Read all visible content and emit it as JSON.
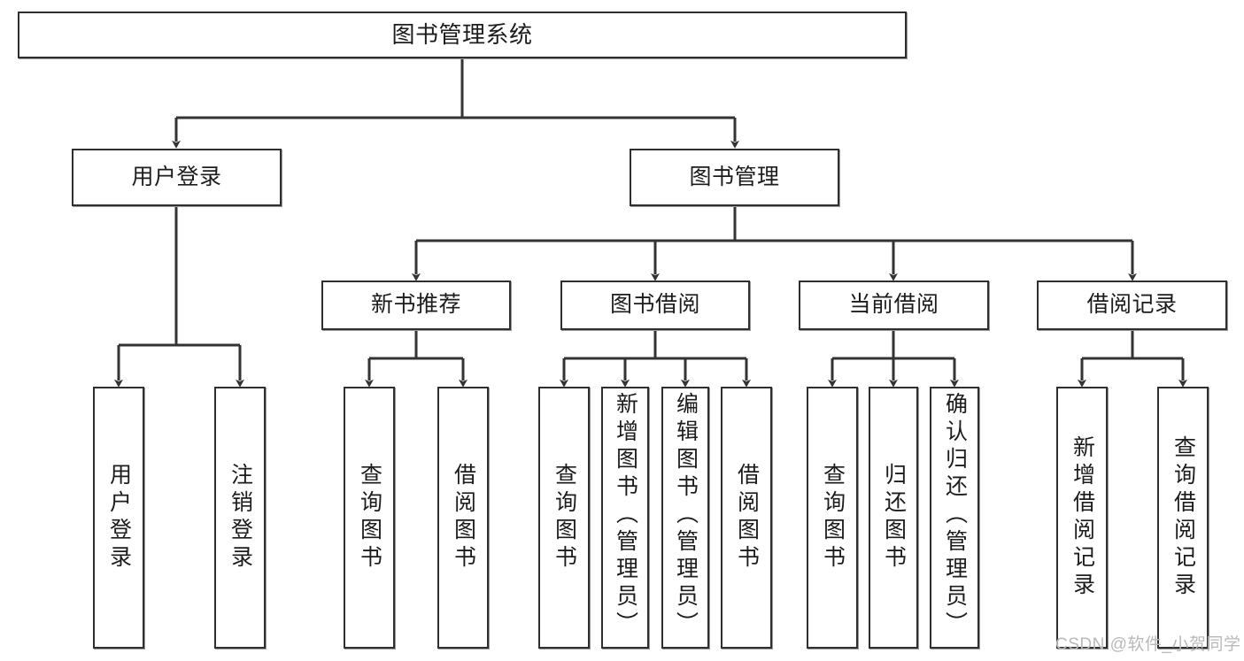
{
  "diagram": {
    "title": "图书管理系统",
    "type": "hierarchy-tree",
    "root": {
      "label": "图书管理系统"
    },
    "level2": [
      {
        "id": "user-login",
        "label": "用户登录"
      },
      {
        "id": "book-management",
        "label": "图书管理"
      }
    ],
    "level3": [
      {
        "id": "new-book-recommend",
        "label": "新书推荐",
        "parent": "book-management"
      },
      {
        "id": "book-borrow",
        "label": "图书借阅",
        "parent": "book-management"
      },
      {
        "id": "current-borrow",
        "label": "当前借阅",
        "parent": "book-management"
      },
      {
        "id": "borrow-record",
        "label": "借阅记录",
        "parent": "book-management"
      }
    ],
    "leaves": [
      {
        "id": "leaf-user-login",
        "label": "用户登录",
        "parent": "user-login"
      },
      {
        "id": "leaf-logout-login",
        "label": "注销登录",
        "parent": "user-login"
      },
      {
        "id": "leaf-query-book-1",
        "label": "查询图书",
        "parent": "new-book-recommend"
      },
      {
        "id": "leaf-borrow-book-1",
        "label": "借阅图书",
        "parent": "new-book-recommend"
      },
      {
        "id": "leaf-query-book-2",
        "label": "查询图书",
        "parent": "book-borrow"
      },
      {
        "id": "leaf-add-book",
        "label": "新增图书（管理员）",
        "parent": "book-borrow"
      },
      {
        "id": "leaf-edit-book",
        "label": "编辑图书（管理员）",
        "parent": "book-borrow"
      },
      {
        "id": "leaf-borrow-book-2",
        "label": "借阅图书",
        "parent": "book-borrow"
      },
      {
        "id": "leaf-query-book-3",
        "label": "查询图书",
        "parent": "current-borrow"
      },
      {
        "id": "leaf-return-book",
        "label": "归还图书",
        "parent": "current-borrow"
      },
      {
        "id": "leaf-confirm-return",
        "label": "确认归还（管理员）",
        "parent": "current-borrow"
      },
      {
        "id": "leaf-add-record",
        "label": "新增借阅记录",
        "parent": "borrow-record"
      },
      {
        "id": "leaf-query-record",
        "label": "查询借阅记录",
        "parent": "borrow-record"
      }
    ],
    "watermark": "CSDN @软件_小贺同学",
    "colors": {
      "box_border": "#2f2f2f",
      "box_fill": "#ffffff",
      "connector": "#333333",
      "text": "#1c1c1c",
      "watermark": "#b9b9b9",
      "page_background": "#ffffff"
    }
  }
}
